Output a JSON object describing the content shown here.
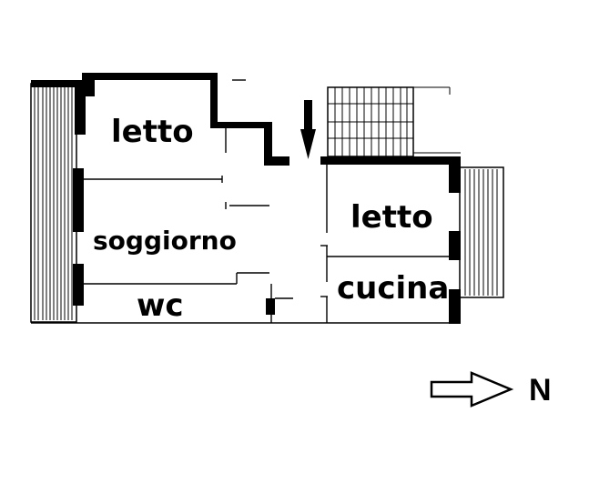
{
  "rooms": {
    "letto_top": "letto",
    "soggiorno": "soggiorno",
    "wc": "wc",
    "letto_right": "letto",
    "cucina": "cucina"
  },
  "compass": {
    "label": "N",
    "arrow_icon": "arrow-right-icon"
  },
  "colors": {
    "wall": "#000000",
    "background": "#ffffff"
  }
}
